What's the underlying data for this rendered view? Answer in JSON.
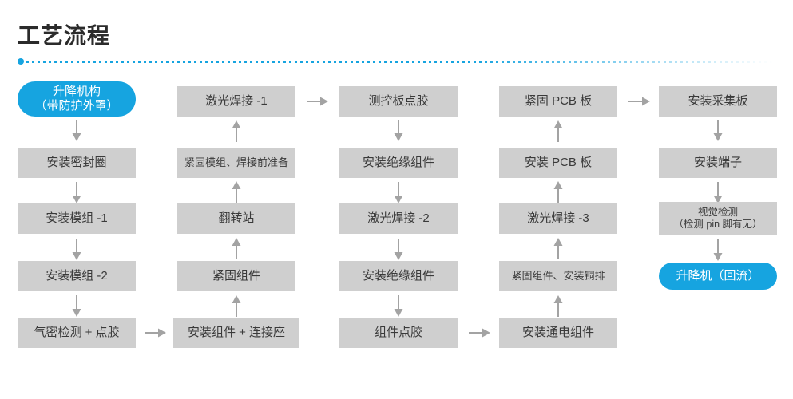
{
  "header": {
    "title": "工艺流程",
    "accent_color": "#16a4e0",
    "title_color": "#2b2b2b"
  },
  "theme": {
    "node_fill": "#cfcfcf",
    "node_text": "#3a3a3a",
    "highlight_fill": "#16a4e0",
    "highlight_text": "#ffffff",
    "arrow_color": "#a3a3a3"
  },
  "flow": {
    "columns": [
      {
        "id": "column-1",
        "direction": "down",
        "nodes": [
          {
            "label": "升降机构",
            "label2": "（带防护外罩）",
            "style": "pill",
            "lines": 2
          },
          {
            "label": "安装密封圈",
            "style": "box",
            "lines": 1
          },
          {
            "label": "安装模组 -1",
            "style": "box",
            "lines": 1
          },
          {
            "label": "安装模组 -2",
            "style": "box",
            "lines": 1
          },
          {
            "label": "气密检测 + 点胶",
            "style": "box",
            "lines": 1
          }
        ]
      },
      {
        "id": "column-2",
        "direction": "up",
        "nodes": [
          {
            "label": "激光焊接 -1",
            "style": "box",
            "lines": 1
          },
          {
            "label": "紧固模组、焊接前准备",
            "style": "box-small",
            "lines": 1
          },
          {
            "label": "翻转站",
            "style": "box",
            "lines": 1
          },
          {
            "label": "紧固组件",
            "style": "box",
            "lines": 1
          },
          {
            "label": "安装组件 + 连接座",
            "style": "box",
            "lines": 1
          }
        ]
      },
      {
        "id": "column-3",
        "direction": "down",
        "nodes": [
          {
            "label": "测控板点胶",
            "style": "box",
            "lines": 1
          },
          {
            "label": "安装绝缘组件",
            "style": "box",
            "lines": 1
          },
          {
            "label": "激光焊接 -2",
            "style": "box",
            "lines": 1
          },
          {
            "label": "安装绝缘组件",
            "style": "box",
            "lines": 1
          },
          {
            "label": "组件点胶",
            "style": "box",
            "lines": 1
          }
        ]
      },
      {
        "id": "column-4",
        "direction": "up",
        "nodes": [
          {
            "label": "紧固 PCB 板",
            "style": "box",
            "lines": 1
          },
          {
            "label": "安装 PCB 板",
            "style": "box",
            "lines": 1
          },
          {
            "label": "激光焊接 -3",
            "style": "box",
            "lines": 1
          },
          {
            "label": "紧固组件、安装铜排",
            "style": "box-small",
            "lines": 1
          },
          {
            "label": "安装通电组件",
            "style": "box",
            "lines": 1
          }
        ]
      },
      {
        "id": "column-5",
        "direction": "down",
        "nodes": [
          {
            "label": "安装采集板",
            "style": "box",
            "lines": 1
          },
          {
            "label": "安装端子",
            "style": "box",
            "lines": 1
          },
          {
            "label": "视觉检测",
            "label2": "（检测 pin 脚有无）",
            "style": "box-two-line",
            "lines": 2
          },
          {
            "label": "升降机（回流）",
            "style": "pill",
            "lines": 1
          }
        ]
      }
    ],
    "connectors": {
      "vertical_down_count": 11,
      "vertical_up_count": 8,
      "horizontal_right_count": 4,
      "horizontal_links": [
        {
          "from": "气密检测 + 点胶",
          "to": "安装组件 + 连接座"
        },
        {
          "from": "激光焊接 -1",
          "to": "测控板点胶"
        },
        {
          "from": "组件点胶",
          "to": "安装通电组件"
        },
        {
          "from": "紧固 PCB 板",
          "to": "安装采集板"
        }
      ]
    }
  }
}
